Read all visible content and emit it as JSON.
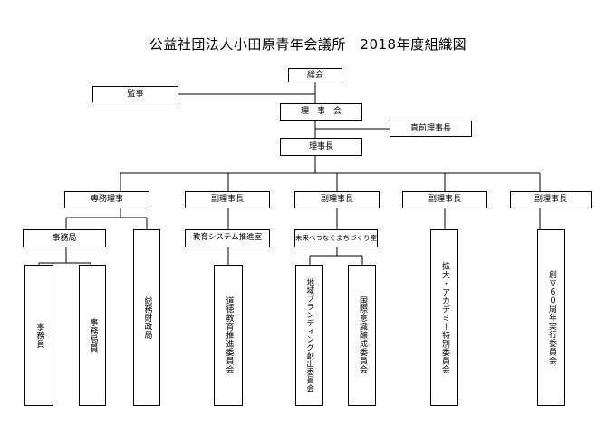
{
  "title": "公益社団法人小田原青年会議所　2018年度組織図",
  "nodes": {
    "soukai": "総会",
    "kanji": "監事",
    "rijikai": "理　事　会",
    "chokuzen": "直前理事長",
    "rijicho": "理事長",
    "senmu": "専務理事",
    "fuku1": "副理事長",
    "fuku2": "副理事長",
    "fuku3": "副理事長",
    "fuku4": "副理事長",
    "jimukyoku": "事務局",
    "kyoiku": "教育システム推進室",
    "mirai": "未来へつなぐまちづくり室",
    "jimuin": "事務員",
    "jimukyokuin": "事務局員",
    "soumu": "総務財政局",
    "dotoku": "道徳教育推進委員会",
    "chiiki": "地域ブランディング創出委員会",
    "kokusai": "国際意識醸成委員会",
    "kakudai": "拡大・アカデミー特別委員会",
    "soritsu": "創立６０周年実行委員会"
  }
}
